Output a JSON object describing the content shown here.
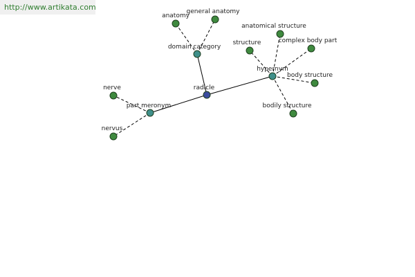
{
  "watermark": {
    "text": "http://www.artikata.com"
  },
  "graph": {
    "center": {
      "id": "radicle",
      "label": "radicle",
      "color": "#3b4c9e"
    },
    "nodes": [
      {
        "id": "radicle",
        "label": "radicle",
        "kind": "center"
      },
      {
        "id": "domain_category",
        "label": "domain category",
        "kind": "relation"
      },
      {
        "id": "hypernym",
        "label": "hypernym",
        "kind": "relation"
      },
      {
        "id": "part_meronym",
        "label": "part meronym",
        "kind": "relation"
      },
      {
        "id": "anatomy",
        "label": "anatomy",
        "kind": "leaf"
      },
      {
        "id": "general_anatomy",
        "label": "general anatomy",
        "kind": "leaf"
      },
      {
        "id": "anatomical_structure",
        "label": "anatomical structure",
        "kind": "leaf"
      },
      {
        "id": "structure",
        "label": "structure",
        "kind": "leaf"
      },
      {
        "id": "complex_body_part",
        "label": "complex body part",
        "kind": "leaf"
      },
      {
        "id": "body_structure",
        "label": "body structure",
        "kind": "leaf"
      },
      {
        "id": "bodily_structure",
        "label": "bodily structure",
        "kind": "leaf"
      },
      {
        "id": "nerve",
        "label": "nerve",
        "kind": "leaf"
      },
      {
        "id": "nervus",
        "label": "nervus",
        "kind": "leaf"
      }
    ],
    "edges": [
      {
        "from": "radicle",
        "to": "domain_category",
        "style": "solid"
      },
      {
        "from": "radicle",
        "to": "hypernym",
        "style": "solid"
      },
      {
        "from": "radicle",
        "to": "part_meronym",
        "style": "solid"
      },
      {
        "from": "domain_category",
        "to": "anatomy",
        "style": "dashed"
      },
      {
        "from": "domain_category",
        "to": "general_anatomy",
        "style": "dashed"
      },
      {
        "from": "hypernym",
        "to": "anatomical_structure",
        "style": "dashed"
      },
      {
        "from": "hypernym",
        "to": "structure",
        "style": "dashed"
      },
      {
        "from": "hypernym",
        "to": "complex_body_part",
        "style": "dashed"
      },
      {
        "from": "hypernym",
        "to": "body_structure",
        "style": "dashed"
      },
      {
        "from": "hypernym",
        "to": "bodily_structure",
        "style": "dashed"
      },
      {
        "from": "part_meronym",
        "to": "nerve",
        "style": "dashed"
      },
      {
        "from": "part_meronym",
        "to": "nervus",
        "style": "dashed"
      }
    ],
    "colors": {
      "center": "#3b4c9e",
      "relation": "#3f8f8a",
      "leaf": "#3f8a3f",
      "node_stroke": "#1f3f1f",
      "edge": "#000000"
    }
  }
}
